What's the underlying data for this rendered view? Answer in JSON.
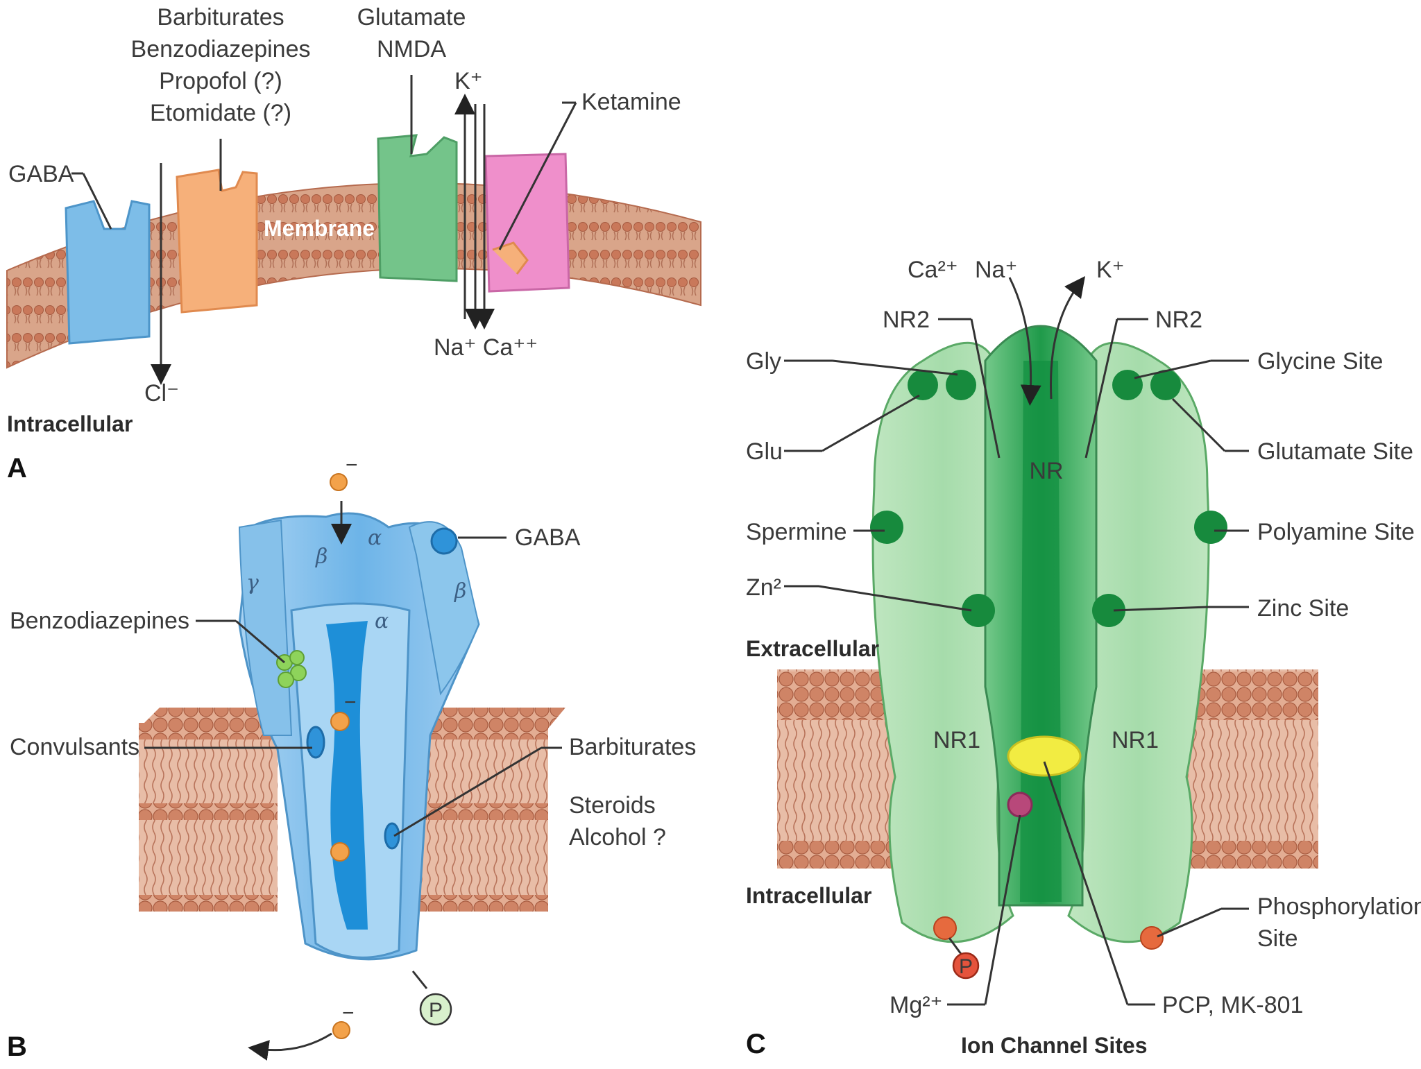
{
  "panel_a": {
    "letter": "A",
    "drug_labels": [
      "Barbiturates",
      "Benzodiazepines",
      "Propofol (?)",
      "Etomidate (?)"
    ],
    "glutamate_labels": [
      "Glutamate",
      "NMDA"
    ],
    "gaba": "GABA",
    "k_ion": "K⁺",
    "ketamine": "Ketamine",
    "membrane": "Membrane",
    "na_ca": "Na⁺ Ca⁺⁺",
    "cl_ion": "Cl⁻",
    "intracellular": "Intracellular"
  },
  "panel_b": {
    "letter": "B",
    "gaba": "GABA",
    "benzodiazepines": "Benzodiazepines",
    "convulsants": "Convulsants",
    "barbiturates": "Barbiturates",
    "steroids_alcohol": [
      "Steroids",
      "Alcohol ?"
    ],
    "subunits": {
      "gamma": "γ",
      "beta1": "β",
      "alpha1": "α",
      "alpha2": "α",
      "beta2": "β"
    },
    "minus_top": "−",
    "minus_bottom": "−",
    "minus_mid": "−",
    "phospho": "P"
  },
  "panel_c": {
    "letter": "C",
    "ca": "Ca²⁺",
    "na": "Na⁺",
    "k": "K⁺",
    "nr2_left": "NR2",
    "nr2_right": "NR2",
    "nr_center": "NR",
    "nr1_left": "NR1",
    "nr1_right": "NR1",
    "gly": "Gly",
    "glu": "Glu",
    "spermine": "Spermine",
    "zn": "Zn²",
    "extracellular": "Extracellular",
    "intracellular": "Intracellular",
    "glycine_site": "Glycine Site",
    "glutamate_site": "Glutamate Site",
    "polyamine_site": "Polyamine Site",
    "zinc_site": "Zinc Site",
    "phosphorylation_site": [
      "Phosphorylation",
      "Site"
    ],
    "phospho": "P",
    "mg": "Mg²⁺",
    "pcp": "PCP, MK-801",
    "ion_channel_sites": "Ion Channel Sites"
  }
}
